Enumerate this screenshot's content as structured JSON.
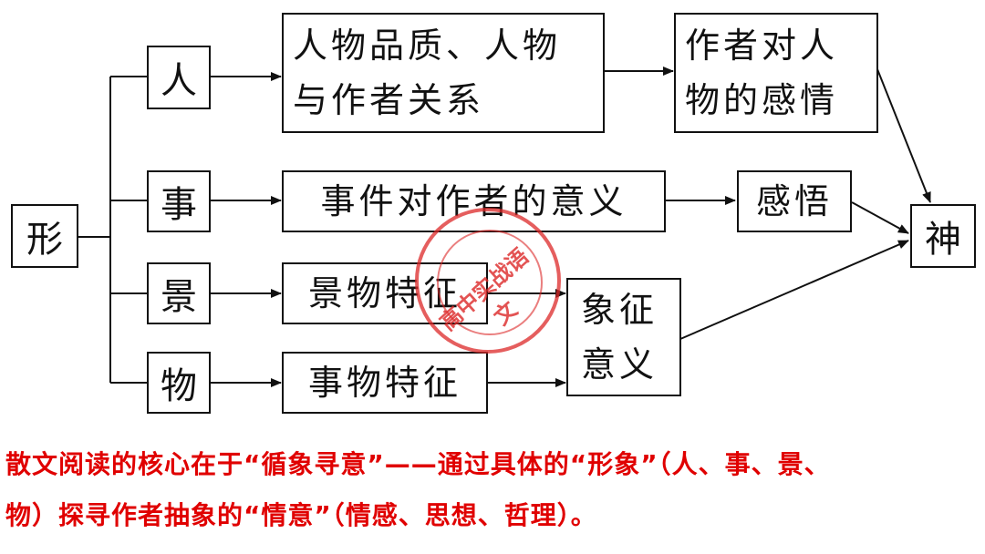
{
  "diagram": {
    "root": "形",
    "categories": [
      "人",
      "事",
      "景",
      "物"
    ],
    "ren_quality": [
      "人物品质、人物",
      "与作者关系"
    ],
    "ren_feeling": [
      "作者对人",
      "物的感情"
    ],
    "shi_meaning": "事件对作者的意义",
    "shi_insight": "感悟",
    "jing_feature": "景物特征",
    "wu_feature": "事物特征",
    "symbol": [
      "象征",
      "意义"
    ],
    "spirit": "神",
    "stamp_text": "高中实战语文"
  },
  "caption": {
    "line1": "散文阅读的核心在于“循象寻意”——通过具体的“形象”（人、事、景、",
    "line2": "物）探寻作者抽象的“情意”（情感、思想、哲理）。"
  },
  "colors": {
    "caption": "#e00000",
    "stamp": "#dc2828",
    "line": "#111111"
  }
}
